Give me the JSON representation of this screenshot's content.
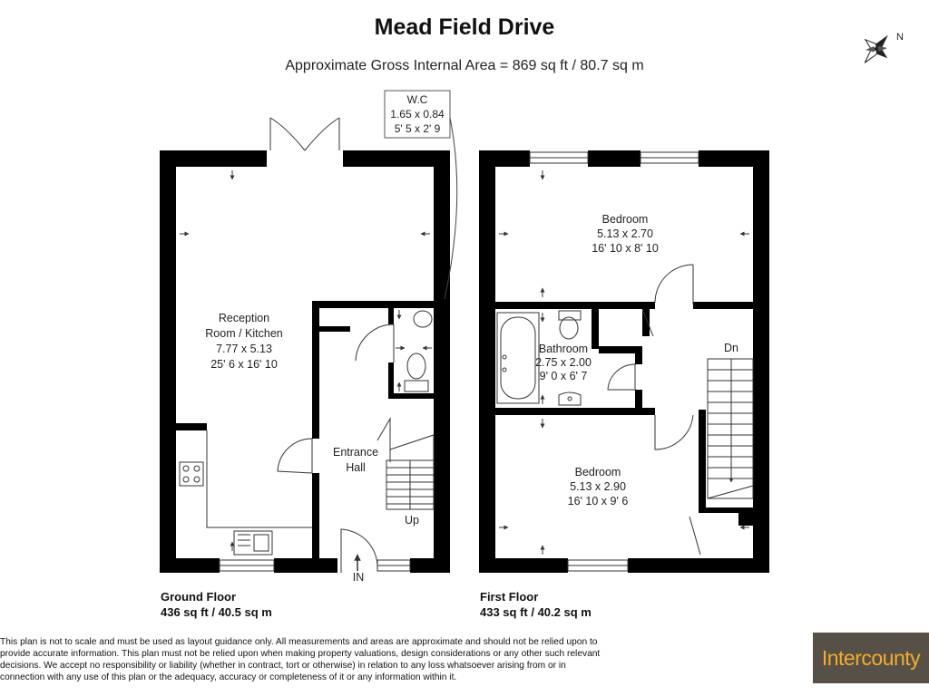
{
  "header": {
    "title": "Mead Field Drive",
    "area": "Approximate Gross Internal Area = 869 sq ft / 80.7 sq m"
  },
  "compass": {
    "label": "N",
    "icon": "compass-rose-icon"
  },
  "rooms": {
    "wc": {
      "name": "W.C",
      "metric": "1.65 x 0.84",
      "imperial": "5' 5 x 2' 9"
    },
    "reception": {
      "name_line1": "Reception",
      "name_line2": "Room / Kitchen",
      "metric": "7.77 x 5.13",
      "imperial": "25' 6 x 16' 10"
    },
    "entrance_hall": {
      "line1": "Entrance",
      "line2": "Hall"
    },
    "up_label": "Up",
    "in_label": "IN",
    "bedroom_top": {
      "name": "Bedroom",
      "metric": "5.13 x 2.70",
      "imperial": "16' 10 x 8' 10"
    },
    "bathroom": {
      "name": "Bathroom",
      "metric": "2.75 x 2.00",
      "imperial": "9' 0 x 6' 7"
    },
    "bedroom_bottom": {
      "name": "Bedroom",
      "metric": "5.13 x 2.90",
      "imperial": "16' 10 x 9' 6"
    },
    "dn_label": "Dn"
  },
  "floors": {
    "ground": {
      "name": "Ground Floor",
      "area": "436 sq ft / 40.5 sq m"
    },
    "first": {
      "name": "First Floor",
      "area": "433 sq ft / 40.2 sq m"
    }
  },
  "disclaimer": {
    "lines": [
      "This plan is not to scale and must be used as layout guidance only. All measurements and areas are approximate and should not be relied upon to",
      "provide accurate information. This plan must not be relied upon when making property valuations, design considerations or any other such relevant",
      "decisions. We accept no responsibility or liability (whether in contract, tort or otherwise) in relation to any loss whatsoever arising from or in",
      "connection with any use of this plan or the adequacy, accuracy or completeness of it or any information within it."
    ]
  },
  "branding": {
    "logo_text": "Intercounty",
    "logo_bg": "#575046",
    "logo_fg": "#f2ad2e"
  },
  "colors": {
    "wall": "#000000",
    "line": "#333333"
  }
}
